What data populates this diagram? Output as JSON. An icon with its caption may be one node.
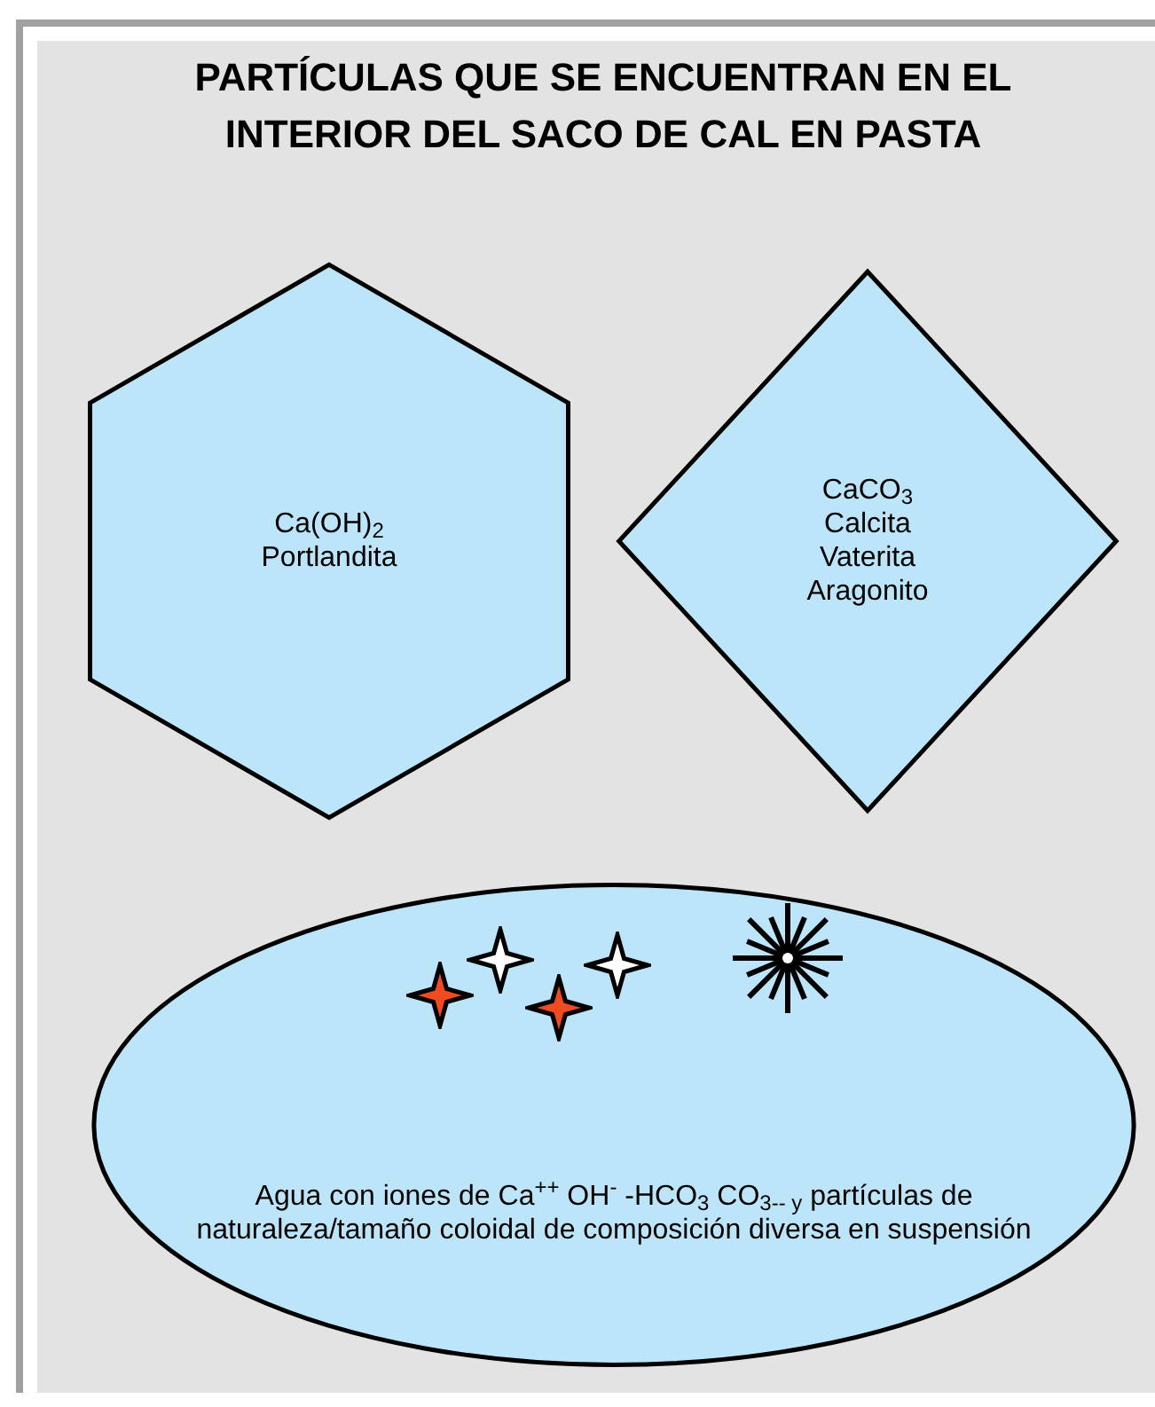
{
  "diagram": {
    "title": "PARTÍCULAS QUE SE ENCUENTRAN EN EL INTERIOR DEL SACO DE CAL EN PASTA",
    "nodes": [
      {
        "text": [
          "Ca(OH)$_{2}$",
          "Portlandita"
        ]
      },
      {
        "text": [
          "CaCO$_{3}$",
          "Calcita",
          "Vaterita",
          "Aragonito"
        ]
      },
      {
        "text": [
          "Agua con iones de Ca$^{++}$ OH$^{-}$  -HCO$_{3}$  CO$_{3-- y}$ partículas de naturaleza/tamaño coloidal de composición diversa en suspensión"
        ]
      }
    ]
  }
}
